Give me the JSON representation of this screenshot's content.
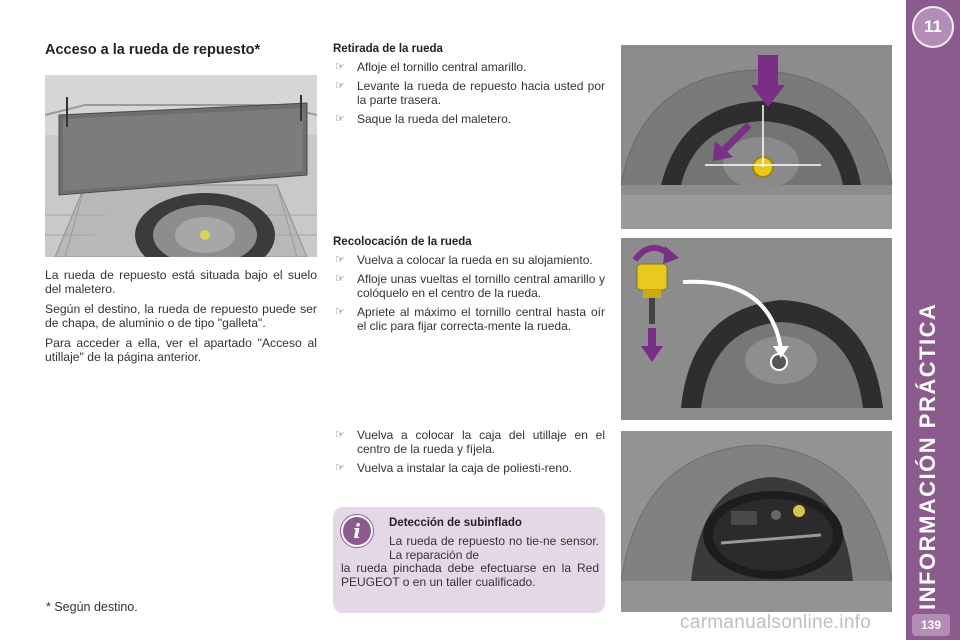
{
  "sidebar": {
    "chapter_number": "11",
    "section_title": "INFORMACIÓN PRÁCTICA",
    "page_number": "139",
    "color": "#8b5b8d"
  },
  "title": "Acceso a la rueda de repuesto*",
  "intro": {
    "paragraphs": [
      "La rueda de repuesto está situada bajo el suelo del maletero.",
      "Según el destino, la rueda de repuesto puede ser de chapa, de aluminio o de tipo \"galleta\".",
      "Para acceder a ella, ver el apartado \"Acceso al utillaje\" de la página anterior."
    ]
  },
  "removal": {
    "heading": "Retirada de la rueda",
    "bullets": [
      "Afloje el tornillo central amarillo.",
      "Levante la rueda de repuesto hacia usted por la parte trasera.",
      "Saque la rueda del maletero."
    ]
  },
  "refit": {
    "heading": "Recolocación de la rueda",
    "bullets": [
      "Vuelva a colocar la rueda en su alojamiento.",
      "Afloje unas vueltas el tornillo central amarillo y colóquelo en el centro de la rueda.",
      "Apriete al máximo el tornillo central hasta oír el clic para fijar correcta-mente la rueda."
    ]
  },
  "toolbox": {
    "bullets": [
      "Vuelva a colocar la caja del utillaje en el centro de la rueda y fíjela.",
      "Vuelva a instalar la caja de poliesti-reno."
    ]
  },
  "info": {
    "icon": "info-icon",
    "title": "Detección de subinflado",
    "text_indent": "La rueda de repuesto no tie-ne sensor. La reparación de",
    "text_rest": "la rueda pinchada debe efectuarse en la Red PEUGEOT o en un taller cualificado."
  },
  "bullet_icon": "pointing-hand-icon",
  "footnote": "* Según destino.",
  "watermark": "carmanualsonline.info",
  "colors": {
    "accent": "#8b5b8d",
    "highlight_yellow": "#e8c91e",
    "arrow_purple": "#7a2f86",
    "info_bg": "#e5d8e6"
  }
}
